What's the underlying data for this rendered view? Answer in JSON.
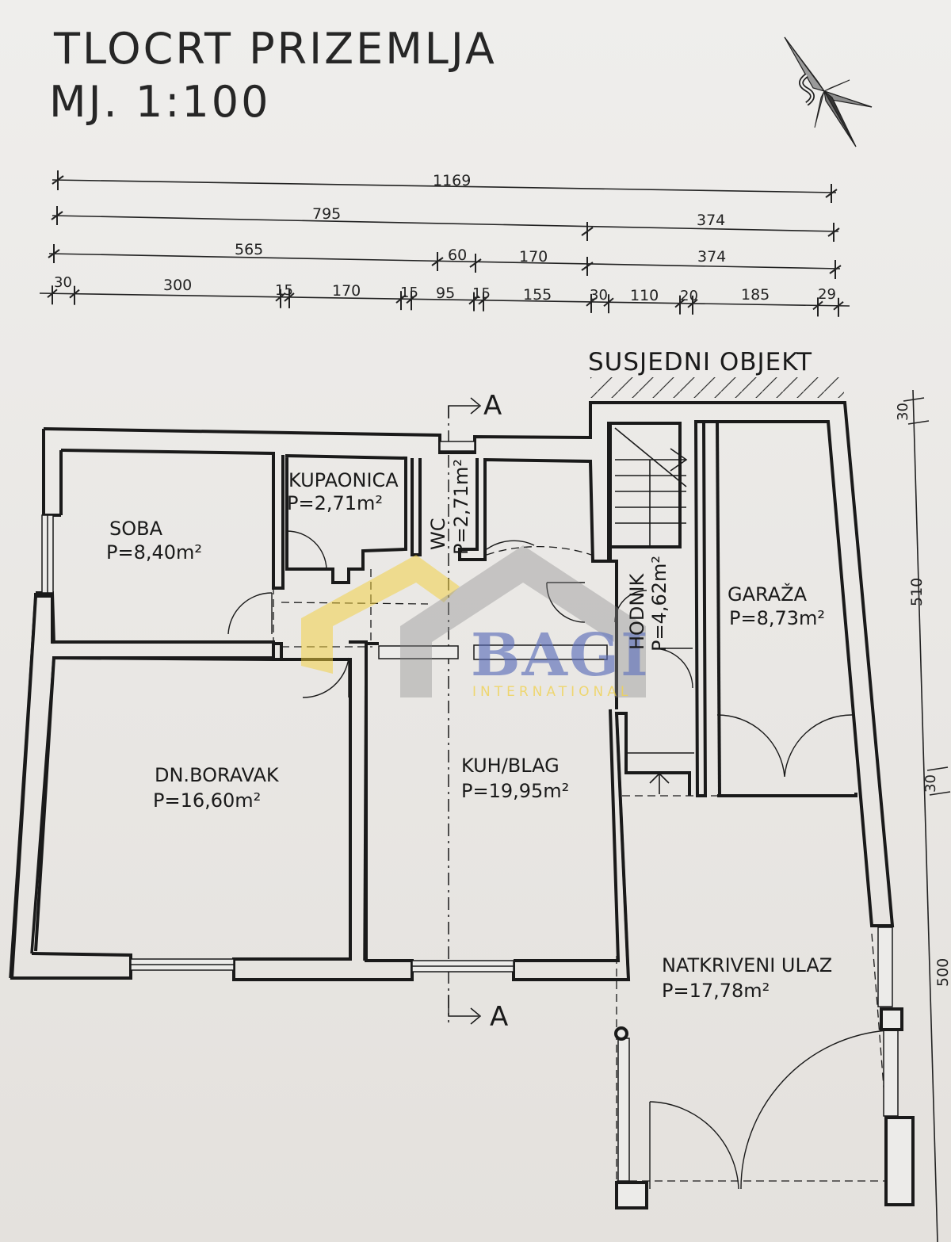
{
  "title": {
    "line1": "TLOCRT PRIZEMLJA",
    "line2": "MJ. 1:100"
  },
  "dimensions": {
    "row1": [
      "1169"
    ],
    "row2": [
      "795",
      "374"
    ],
    "row3": [
      "565",
      "60",
      "170",
      "374"
    ],
    "row4": [
      "30",
      "300",
      "15",
      "170",
      "15",
      "95",
      "15",
      "155",
      "30",
      "110",
      "20",
      "185",
      "29"
    ],
    "right": [
      "30",
      "510",
      "30",
      "500"
    ]
  },
  "neighbor_label": "SUSJEDNI OBJEKT",
  "section_marker": "A",
  "rooms": {
    "soba": {
      "name": "SOBA",
      "area": "P=8,40m²"
    },
    "kupaonica": {
      "name": "KUPAONICA",
      "area": "P=2,71m²"
    },
    "wc": {
      "name": "WC",
      "area": "P=2,71m²"
    },
    "hodnik": {
      "name": "HODNIK",
      "area": "P=4,62m²"
    },
    "garaza": {
      "name": "GARAŽA",
      "area": "P=8,73m²"
    },
    "boravak": {
      "name": "DN.BORAVAK",
      "area": "P=16,60m²"
    },
    "kuhinja": {
      "name": "KUH/BLAG",
      "area": "P=19,95m²"
    },
    "ulaz": {
      "name": "NATKRIVENI ULAZ",
      "area": "P=17,78m²"
    }
  },
  "watermark": {
    "brand": "BAGI",
    "sub": "INTERNATIONAL"
  },
  "colors": {
    "wall": "#1a1a1a",
    "paper": "#ecebe9",
    "watermark_yellow": "#f2cf3a",
    "watermark_grey": "#8a8a8a",
    "watermark_blue": "#5a6db8"
  }
}
